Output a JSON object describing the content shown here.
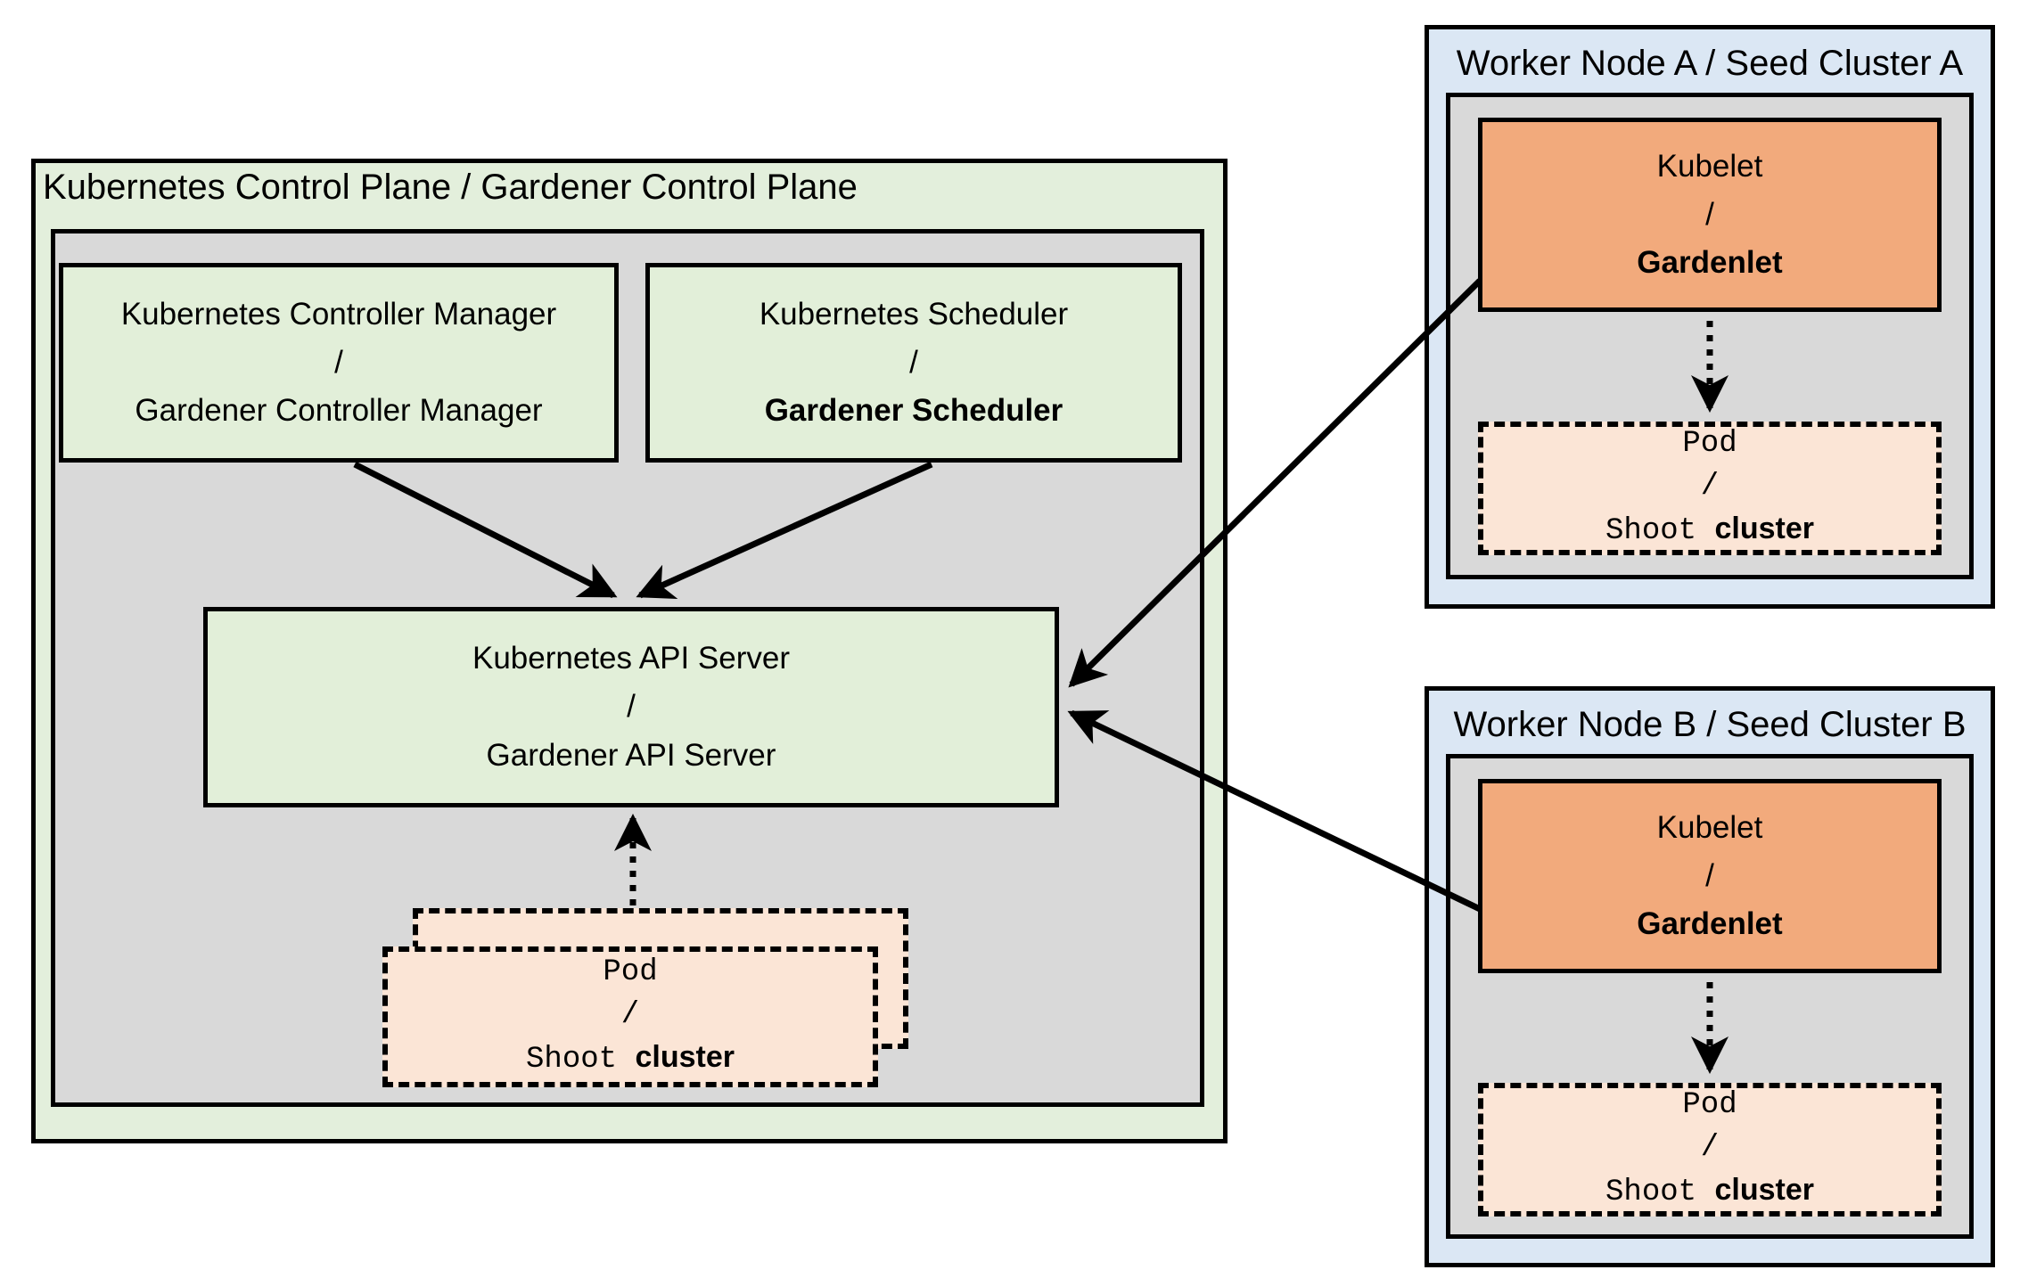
{
  "colors": {
    "control_plane_bg": "#e3efdc",
    "panel_gray": "#d9d9d9",
    "component_green": "#e2efd9",
    "worker_node_bg": "#dbe7f4",
    "kubelet_orange": "#f2aa7c",
    "pod_peach": "#fbe5d6",
    "line_black": "#000000"
  },
  "control_plane": {
    "title": "Kubernetes Control Plane / Gardener Control Plane",
    "controller_manager": {
      "line1": "Kubernetes Controller Manager",
      "separator": "/",
      "line2": "Gardener Controller Manager"
    },
    "scheduler": {
      "line1": "Kubernetes Scheduler",
      "separator": "/",
      "line2": "Gardener Scheduler"
    },
    "api_server": {
      "line1": "Kubernetes API Server",
      "separator": "/",
      "line2": "Gardener API Server"
    },
    "pod_stack": {
      "line1": "Pod",
      "separator": "/",
      "line2_code": "Shoot",
      "line2_plain": "cluster"
    }
  },
  "workers": [
    {
      "title": "Worker Node A / Seed Cluster A",
      "kubelet": {
        "line1": "Kubelet",
        "separator": "/",
        "line2": "Gardenlet"
      },
      "pod": {
        "line1": "Pod",
        "separator": "/",
        "line2_code": "Shoot",
        "line2_plain": "cluster"
      }
    },
    {
      "title": "Worker Node B / Seed Cluster B",
      "kubelet": {
        "line1": "Kubelet",
        "separator": "/",
        "line2": "Gardenlet"
      },
      "pod": {
        "line1": "Pod",
        "separator": "/",
        "line2_code": "Shoot",
        "line2_plain": "cluster"
      }
    }
  ]
}
